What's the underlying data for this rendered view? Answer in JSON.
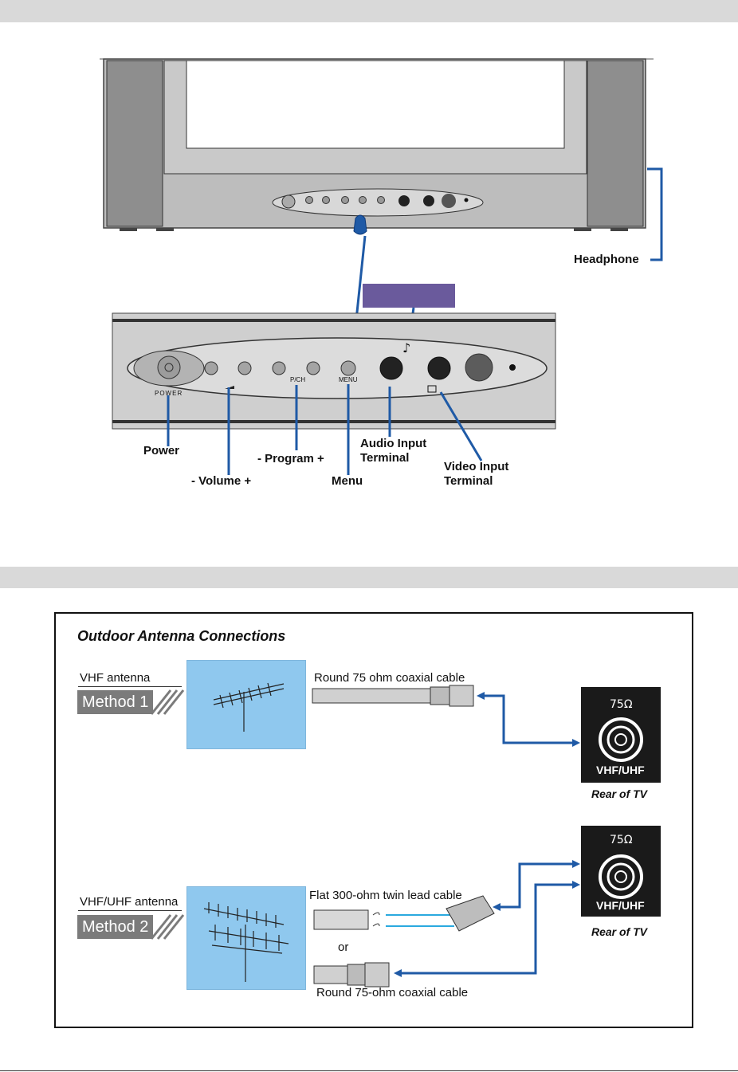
{
  "tv_diagram": {
    "headphone_label": "Headphone",
    "panel_text": {
      "power": "POWER",
      "pch": "P/CH",
      "menu": "MENU"
    },
    "callouts": {
      "power": "Power",
      "volume": "- Volume +",
      "program": "- Program +",
      "menu": "Menu",
      "audio": "Audio Input\nTerminal",
      "video": "Video Input\nTerminal"
    },
    "colors": {
      "callout_line": "#1f5aa6",
      "banner": "#6a5a9c"
    }
  },
  "antenna": {
    "title": "Outdoor Antenna Connections",
    "method1": {
      "antenna_label": "VHF antenna",
      "method_label": "Method 1",
      "cable_label": "Round 75 ohm coaxial cable",
      "jack_ohm": "75Ω",
      "jack_label": "VHF/UHF",
      "rear_label": "Rear of TV"
    },
    "method2": {
      "antenna_label": "VHF/UHF antenna",
      "method_label": "Method 2",
      "flat_cable_label": "Flat 300-ohm twin lead cable",
      "or_label": "or",
      "round_cable_label": "Round 75-ohm coaxial cable",
      "jack_ohm": "75Ω",
      "jack_label": "VHF/UHF",
      "rear_label": "Rear of TV"
    }
  }
}
